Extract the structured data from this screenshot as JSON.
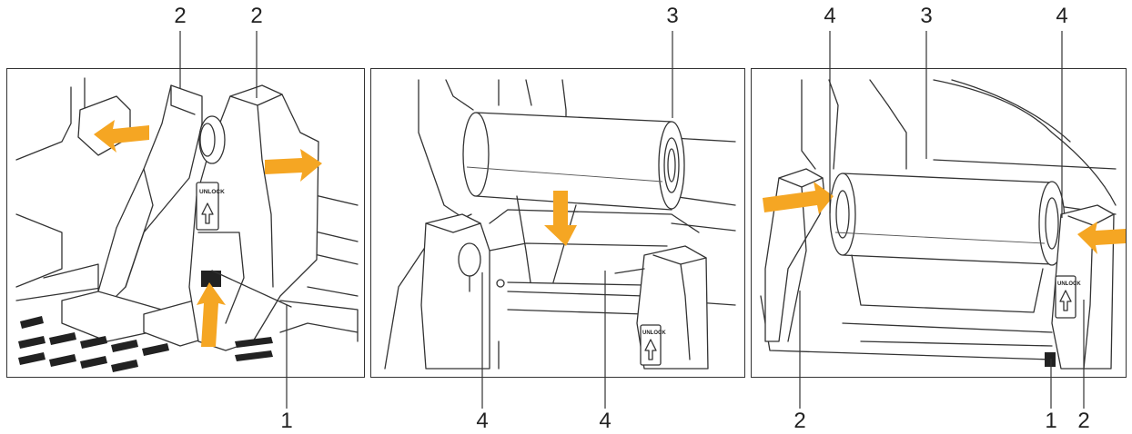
{
  "figure": {
    "accent_color": "#F5A623",
    "panel_left": {
      "callouts": {
        "top_a": "2",
        "top_b": "2",
        "bottom": "1"
      },
      "unlock_text": "UNLOCK"
    },
    "panel_middle": {
      "callouts": {
        "top": "3",
        "bottom_a": "4",
        "bottom_b": "4"
      },
      "unlock_text": "UNLOCK"
    },
    "panel_right": {
      "callouts": {
        "top_a": "4",
        "top_b": "3",
        "top_c": "4",
        "bottom_a": "2",
        "bottom_b": "1",
        "bottom_c": "2"
      },
      "unlock_text": "UNLOCK"
    }
  }
}
